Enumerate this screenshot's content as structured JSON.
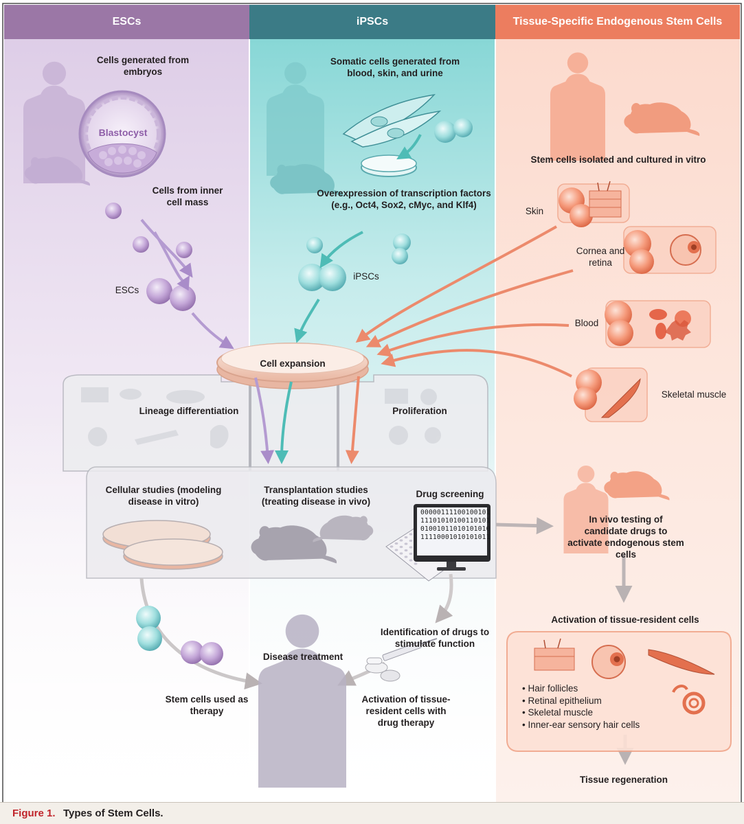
{
  "columns": {
    "escs": "ESCs",
    "ipscs": "iPSCs",
    "tissue": "Tissue-Specific Endogenous Stem Cells"
  },
  "labels": {
    "esc_source": "Cells generated from embryos",
    "blastocyst": "Blastocyst",
    "inner_cell_mass": "Cells from inner cell mass",
    "escs": "ESCs",
    "somatic": "Somatic cells generated from blood, skin, and urine",
    "overexpression": "Overexpression of transcription factors (e.g., Oct4, Sox2, cMyc, and Klf4)",
    "ipscs": "iPSCs",
    "isolated": "Stem cells isolated and cultured in vitro",
    "skin": "Skin",
    "cornea": "Cornea and retina",
    "blood": "Blood",
    "skeletal": "Skeletal muscle",
    "cell_expansion": "Cell expansion",
    "lineage": "Lineage differentiation",
    "proliferation": "Proliferation",
    "cellular_studies": "Cellular studies (modeling disease in vitro)",
    "transplantation": "Transplantation studies (treating disease in vivo)",
    "drug_screening": "Drug screening",
    "in_vivo": "In vivo testing of candidate drugs to activate endogenous stem cells",
    "activation_resident": "Activation of tissue-resident cells",
    "identification": "Identification of drugs to stimulate function",
    "disease_treatment": "Disease treatment",
    "stem_cells_therapy": "Stem cells used as therapy",
    "activation_drug": "Activation of tissue-resident cells with drug therapy",
    "tissue_regeneration": "Tissue regeneration"
  },
  "regeneration_targets": [
    "Hair follicles",
    "Retinal epithelium",
    "Skeletal muscle",
    "Inner-ear sensory hair cells"
  ],
  "binary": [
    "00000111100100101",
    "11101010100110101",
    "01001011010101010",
    "11110001010101011"
  ],
  "caption": {
    "figure": "Figure 1.",
    "title": "Types of Stem Cells."
  },
  "colors": {
    "escs": "#9b77a6",
    "ipscs": "#3b7b86",
    "tissue": "#ec7d5f",
    "esc_cell": "#b392c9",
    "ipsc_cell": "#5cc7c4",
    "tissue_cell": "#f08a6c",
    "figure_red": "#c0252b"
  },
  "icons": [
    "human-silhouette-icon",
    "mouse-icon",
    "blastocyst-icon",
    "fibroblast-icon",
    "petri-dish-icon",
    "monitor-icon",
    "well-plate-icon",
    "pill-icon",
    "syringe-icon",
    "eye-icon",
    "muscle-icon",
    "ear-icon",
    "skin-icon",
    "blood-cells-icon"
  ]
}
